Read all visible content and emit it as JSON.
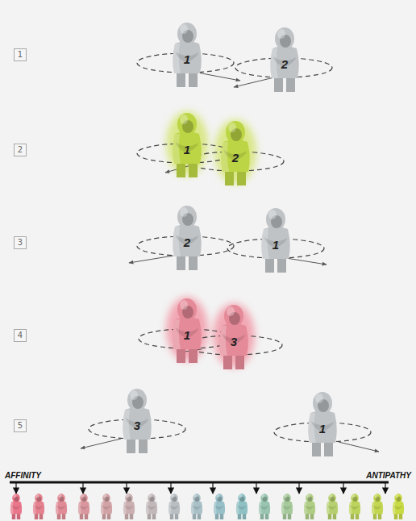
{
  "diagram": {
    "nodes": [
      {
        "text": [
          "1"
        ]
      },
      {
        "text": [
          "2"
        ]
      },
      {
        "text": [
          "3"
        ]
      },
      {
        "text": [
          "4"
        ]
      },
      {
        "text": [
          "5"
        ]
      }
    ],
    "labels": [
      "1",
      "2",
      "1",
      "2",
      "2",
      "1",
      "1",
      "3",
      "3",
      "1",
      "AFFINITY",
      "ANTIPATHY"
    ]
  }
}
